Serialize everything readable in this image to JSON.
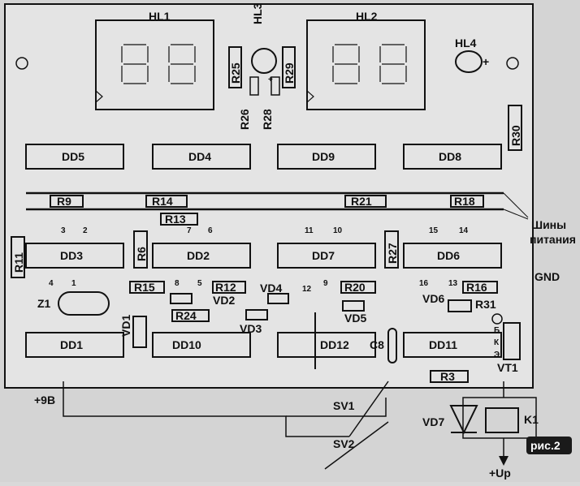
{
  "colors": {
    "board": "#e6e6e6",
    "ink": "#111111",
    "paper": "#d2d2d2",
    "badge": "#1a1a1a",
    "badge_text": "#ffffff"
  },
  "displays": {
    "hl1": "HL1",
    "hl2": "HL2"
  },
  "leds": {
    "hl3": "HL3",
    "hl4": "HL4",
    "plus": "+"
  },
  "resistors": {
    "r25": "R25",
    "r26": "R26",
    "r28": "R28",
    "r29": "R29",
    "r30": "R30",
    "r9": "R9",
    "r14": "R14",
    "r21": "R21",
    "r18": "R18",
    "r13": "R13",
    "r11": "R11",
    "r6": "R6",
    "r27": "R27",
    "r15": "R15",
    "r12": "R12",
    "r20": "R20",
    "r16": "R16",
    "r24": "R24",
    "r31": "R31",
    "r3": "R3"
  },
  "chips": {
    "dd5": "DD5",
    "dd4": "DD4",
    "dd9": "DD9",
    "dd8": "DD8",
    "dd3": "DD3",
    "dd2": "DD2",
    "dd7": "DD7",
    "dd6": "DD6",
    "dd1": "DD1",
    "dd10": "DD10",
    "dd12": "DD12",
    "dd11": "DD11"
  },
  "diodes": {
    "vd1": "VD1",
    "vd2": "VD2",
    "vd3": "VD3",
    "vd4": "VD4",
    "vd5": "VD5",
    "vd6": "VD6",
    "vd7": "VD7"
  },
  "others": {
    "z1": "Z1",
    "c8": "C8",
    "vt1": "VT1",
    "vt_b": "Б",
    "vt_k": "К",
    "vt_e": "Э",
    "k1": "K1",
    "sv1": "SV1",
    "sv2": "SV2"
  },
  "pins": {
    "p3": "3",
    "p2": "2",
    "p4": "4",
    "p1": "1",
    "p7": "7",
    "p6": "6",
    "p8": "8",
    "p5": "5",
    "p11": "11",
    "p10": "10",
    "p12": "12",
    "p9": "9",
    "p15": "15",
    "p14": "14",
    "p16": "16",
    "p13": "13"
  },
  "annotations": {
    "bus_line1": "Шины",
    "bus_line2": "питания",
    "gnd": "GND",
    "plus9v": "+9В",
    "plus_up": "+Up",
    "fig": "рис.2"
  }
}
